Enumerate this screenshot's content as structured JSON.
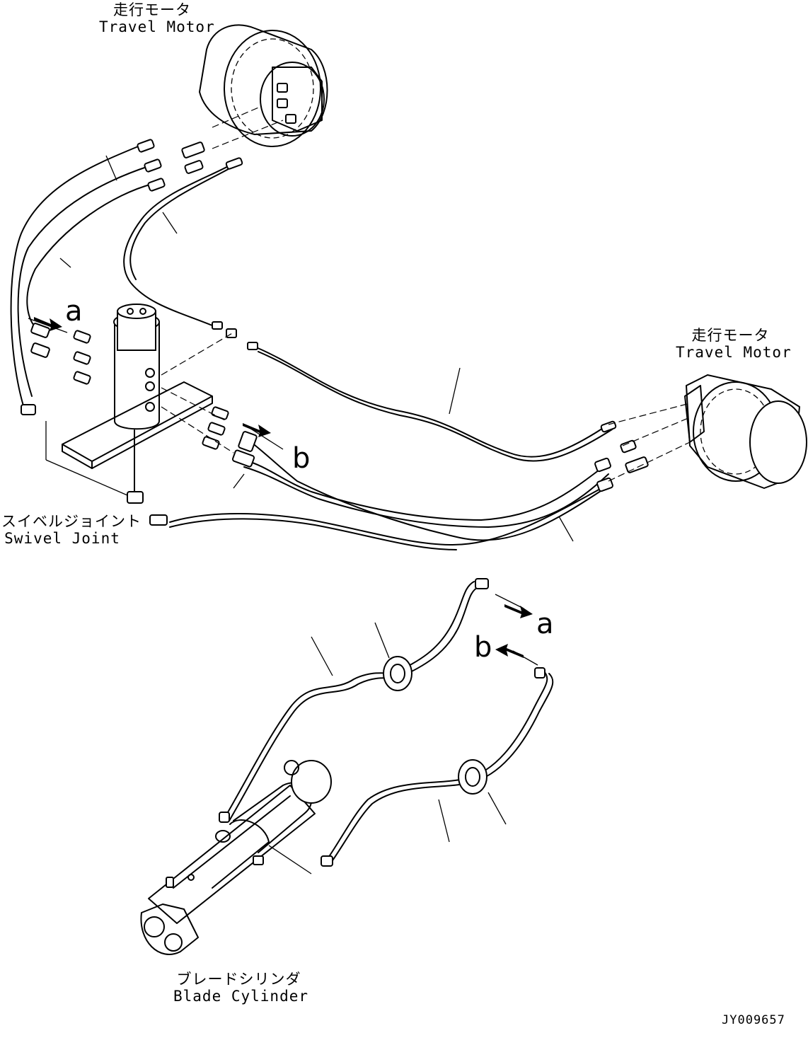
{
  "labels": {
    "travel_motor_top": {
      "ja": "走行モータ",
      "en": "Travel Motor"
    },
    "travel_motor_right": {
      "ja": "走行モータ",
      "en": "Travel Motor"
    },
    "swivel_joint": {
      "ja": "スイベルジョイント",
      "en": "Swivel Joint"
    },
    "blade_cylinder": {
      "ja": "ブレードシリンダ",
      "en": "Blade Cylinder"
    }
  },
  "connection_marks": {
    "a": "a",
    "b": "b"
  },
  "document_id": "JY009657"
}
